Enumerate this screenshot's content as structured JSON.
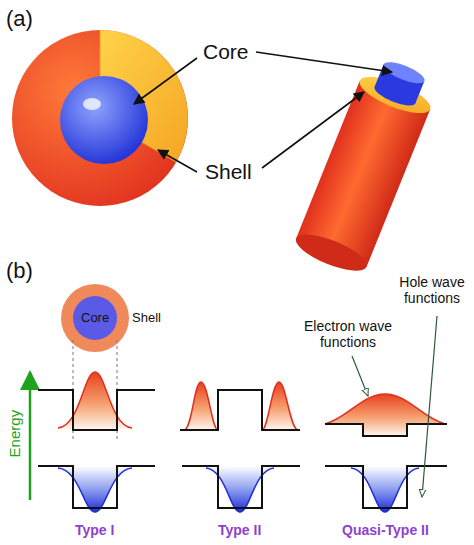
{
  "diagram": {
    "labels": [
      "(a)",
      "Core",
      "Shell",
      "(b)",
      "Core",
      "Shell",
      "Energy",
      "Electron wave functions",
      "Hole wave functions",
      "Type I",
      "Type II",
      "Quasi-Type II"
    ]
  }
}
